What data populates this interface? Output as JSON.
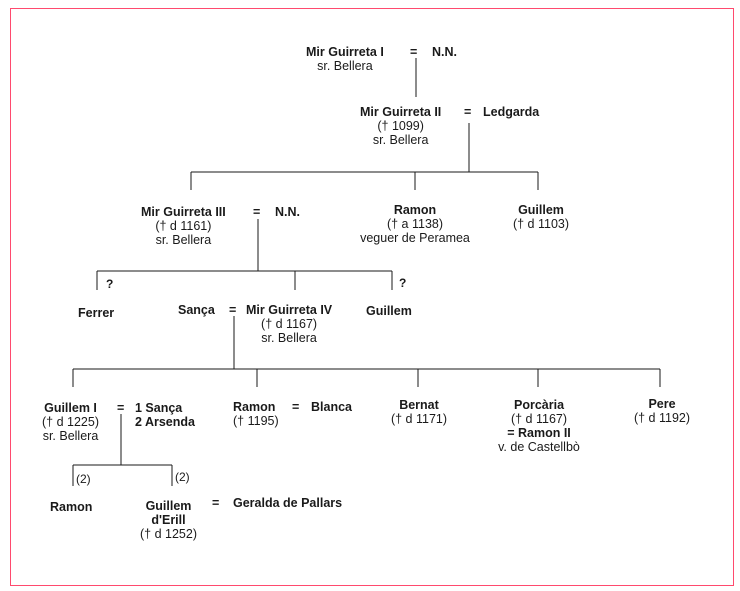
{
  "people": {
    "mir1": {
      "name": "Mir Guirreta I",
      "title": "sr. Bellera"
    },
    "nn1": {
      "name": "N.N."
    },
    "mir2": {
      "name": "Mir Guirreta II",
      "death": "(† 1099)",
      "title": "sr. Bellera"
    },
    "ledgarda": {
      "name": "Ledgarda"
    },
    "mir3": {
      "name": "Mir Guirreta III",
      "death": "(† d 1161)",
      "title": "sr. Bellera"
    },
    "nn2": {
      "name": "N.N."
    },
    "ramon1": {
      "name": "Ramon",
      "death": "(† a 1138)",
      "title": "veguer de Peramea"
    },
    "guillem1": {
      "name": "Guillem",
      "death": "(† d 1103)"
    },
    "ferrer": {
      "name": "Ferrer"
    },
    "sanca": {
      "name": "Sança"
    },
    "mir4": {
      "name": "Mir Guirreta IV",
      "death": "(† d 1167)",
      "title": "sr. Bellera"
    },
    "guillem2": {
      "name": "Guillem"
    },
    "guillemI": {
      "name": "Guillem I",
      "death": "(† d 1225)",
      "title": "sr. Bellera"
    },
    "spouse1": "1 Sança",
    "spouse2": "2 Arsenda",
    "ramon2": {
      "name": "Ramon",
      "death": "(† 1195)"
    },
    "blanca": {
      "name": "Blanca"
    },
    "bernat": {
      "name": "Bernat",
      "death": "(† d 1171)"
    },
    "porcaria": {
      "name": "Porcària",
      "death": "(† d 1167)",
      "spouse": "= Ramon II",
      "spouse_title": "v. de Castellbò"
    },
    "pere": {
      "name": "Pere",
      "death": "(† d 1192)"
    },
    "ramon3": {
      "name": "Ramon"
    },
    "guillemErill": {
      "name": "Guillem",
      "name2": "d'Erill",
      "death": "(† d 1252)"
    },
    "geralda": {
      "name": "Geralda de Pallars"
    }
  },
  "symbols": {
    "marriage": "=",
    "uncertain": "?",
    "second_marriage": "(2)"
  },
  "colors": {
    "frame": "#ff4a6e",
    "line": "#1a1a1a"
  }
}
